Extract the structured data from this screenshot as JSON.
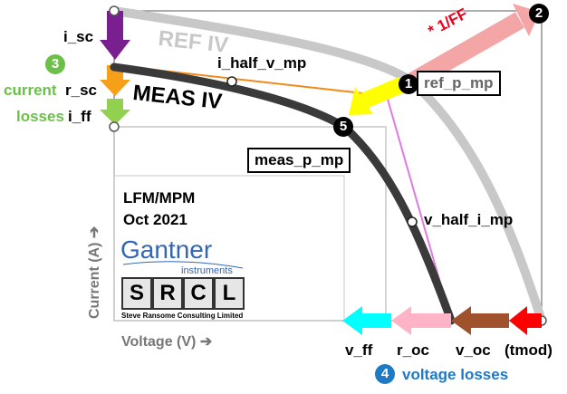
{
  "curve_labels": {
    "ref": "REF IV",
    "meas": "MEAS IV"
  },
  "points": {
    "i_sc": "i_sc",
    "r_sc": "r_sc",
    "i_ff": "i_ff",
    "i_half_v_mp": "i_half_v_mp",
    "v_half_i_mp": "v_half_i_mp",
    "ref_p_mp": "ref_p_mp",
    "meas_p_mp": "meas_p_mp",
    "v_ff": "v_ff",
    "r_oc": "r_oc",
    "v_oc": "v_oc",
    "tmod": "(tmod)"
  },
  "annotations": {
    "ff_factor": "* 1/FF",
    "current": "current",
    "losses": "losses",
    "voltage_losses": "voltage losses"
  },
  "badges": {
    "b1": "1",
    "b2": "2",
    "b3": "3",
    "b4": "4",
    "b5": "5"
  },
  "axes": {
    "y_label": "Current (A)",
    "x_label": "Voltage (V)",
    "arrow_glyph": "➔"
  },
  "info": {
    "line1": "LFM/MPM",
    "line2": "Oct 2021"
  },
  "logos": {
    "gantner_name": "Gantner",
    "gantner_sub": "instruments",
    "srcl_letters": [
      "S",
      "R",
      "C",
      "L"
    ],
    "srcl_sub": "Steve Ransome Consulting Limited"
  },
  "colors": {
    "ref_curve": "#c8c8c8",
    "meas_curve": "#3a3a3a",
    "i_sc_arrow": "#7a1f8f",
    "r_sc_arrow": "#f6a01a",
    "i_ff_arrow": "#92d050",
    "ff_arrow": "#f4a6a6",
    "ref_to_meas_arrow": "#ffff00",
    "v_ff_arrow": "#00ffff",
    "r_oc_arrow": "#ffb3c6",
    "v_oc_arrow": "#a0522d",
    "tmod_arrow": "#ff0000",
    "badge_green": "#6cc04a",
    "badge_blue": "#1f79c4",
    "ff_text": "#e8001c",
    "current_text": "#6cc04a",
    "voltage_text": "#1f79c4",
    "gantner_blue": "#3366b3"
  }
}
